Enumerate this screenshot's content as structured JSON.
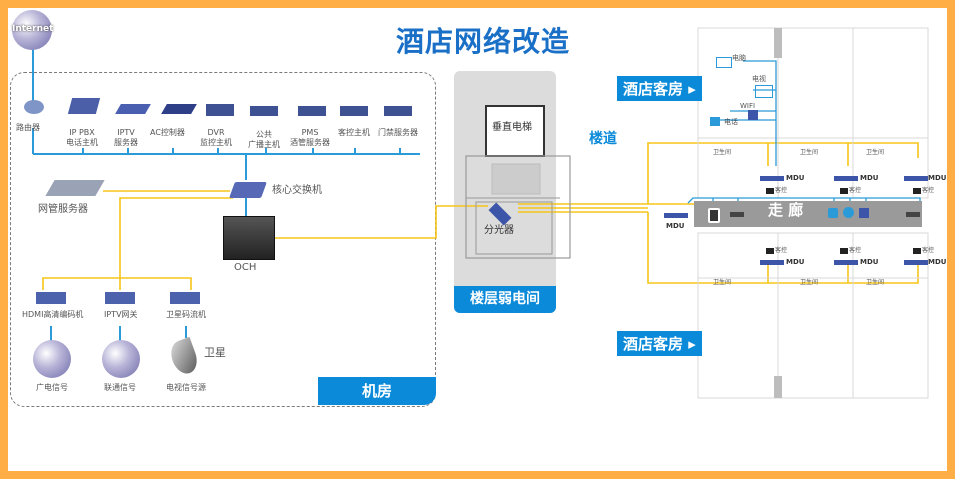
{
  "title": "酒店网络改造",
  "internet_label": "Internet",
  "machine_room": {
    "label": "机房",
    "router": "路由器",
    "servers": [
      {
        "line1": "IP PBX",
        "line2": "电话主机"
      },
      {
        "line1": "IPTV",
        "line2": "服务器"
      },
      {
        "line1": "AC控制器",
        "line2": ""
      },
      {
        "line1": "DVR",
        "line2": "监控主机"
      },
      {
        "line1": "公共",
        "line2": "广播主机"
      },
      {
        "line1": "PMS",
        "line2": "酒管服务器"
      },
      {
        "line1": "客控主机",
        "line2": ""
      },
      {
        "line1": "门禁服务器",
        "line2": ""
      }
    ],
    "nms_server": "网管服务器",
    "core_switch": "核心交换机",
    "och": "OCH",
    "encoders": [
      "HDMI高清编码机",
      "IPTV网关",
      "卫星码流机"
    ],
    "sources": [
      "广电信号",
      "联通信号",
      "电视信号源"
    ],
    "satellite": "卫星"
  },
  "floor_closet": {
    "label": "楼层弱电间",
    "elevator": "垂直电梯",
    "splitter": "分光器"
  },
  "floor": {
    "corridor_label": "楼道",
    "hallway": "走 廊",
    "guest_room_label": "酒店客房",
    "room_devices": [
      "电脑",
      "电视",
      "WIFI",
      "电话"
    ],
    "bathroom": "卫生间",
    "mdu": "MDU",
    "room_control": "客控"
  },
  "colors": {
    "border": "#ffad45",
    "accent_blue": "#0a8ad8",
    "title_blue": "#1a6fc6",
    "fiber_yellow": "#f5c518",
    "network_blue": "#2a9bd8"
  }
}
